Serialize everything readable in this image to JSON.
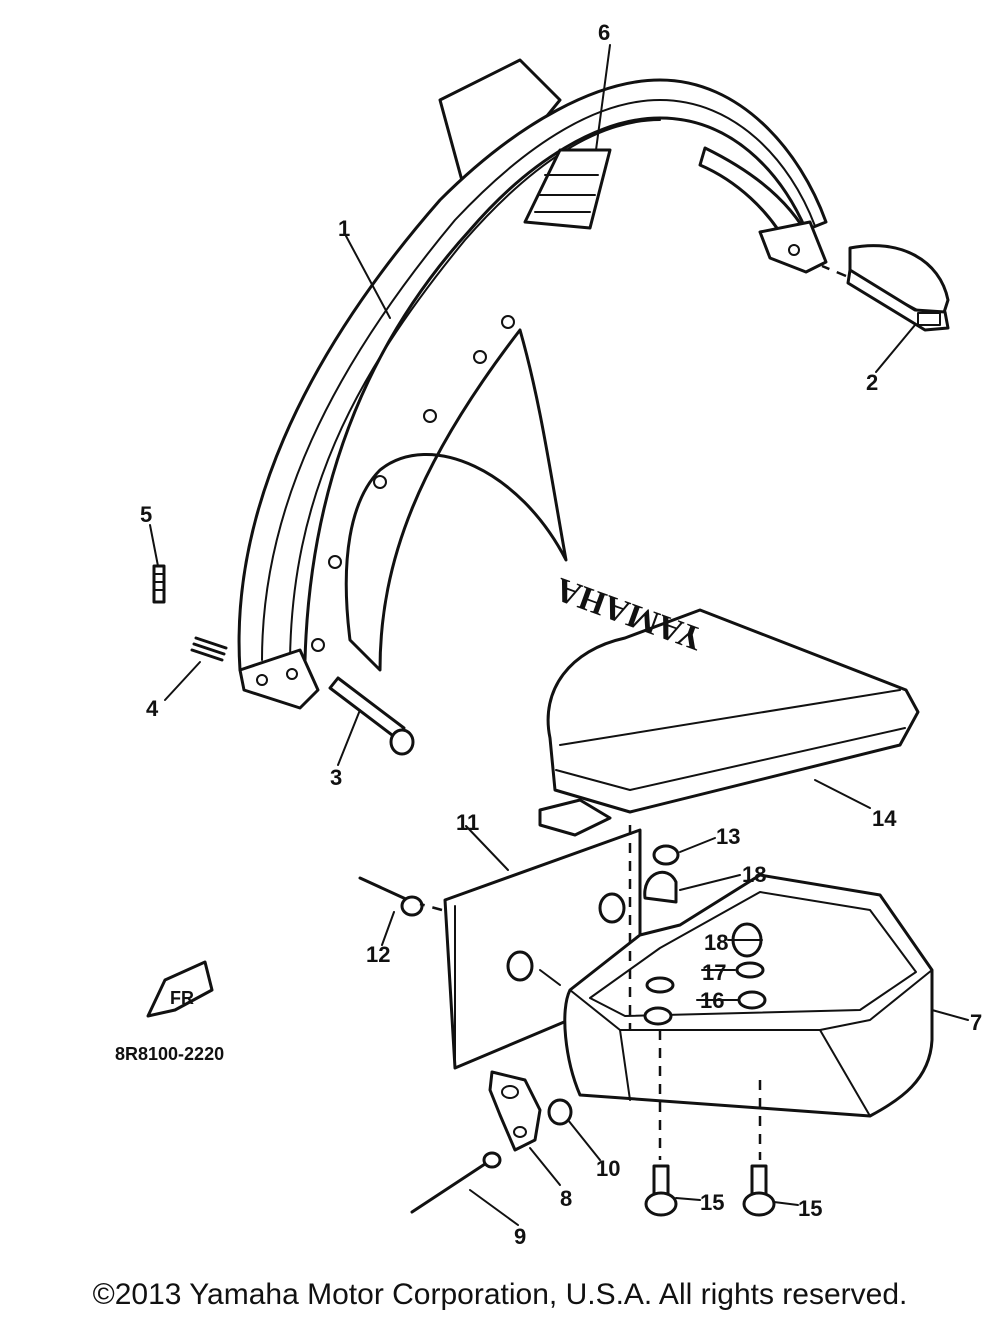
{
  "callouts": {
    "n1": "1",
    "n2": "2",
    "n3": "3",
    "n4": "4",
    "n5": "5",
    "n6": "6",
    "n7": "7",
    "n8": "8",
    "n9": "9",
    "n10": "10",
    "n11": "11",
    "n12": "12",
    "n13": "13",
    "n14": "14",
    "n15a": "15",
    "n15b": "15",
    "n16": "16",
    "n17": "17",
    "n18a": "18",
    "n18b": "18"
  },
  "front_indicator": "FR",
  "part_code": "8R8100-2220",
  "cover_logo": "YAMAHA",
  "copyright": "©2013 Yamaha Motor Corporation, U.S.A. All rights reserved."
}
